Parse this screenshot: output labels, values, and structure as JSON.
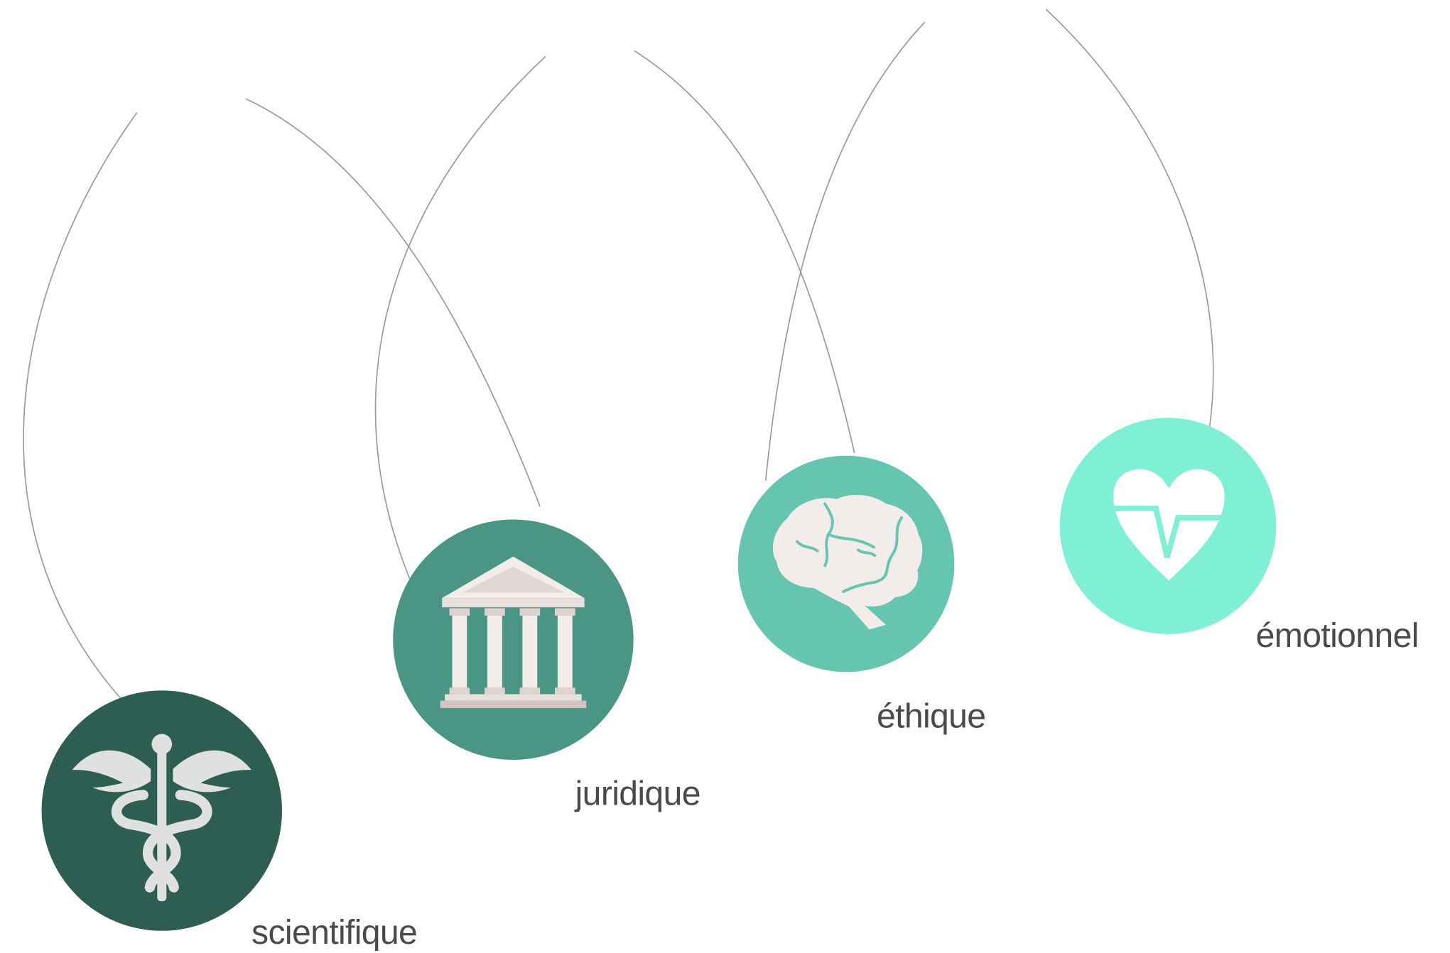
{
  "items": [
    {
      "label": "scientifique",
      "icon": "caduceus-icon",
      "color": "#2e5d51"
    },
    {
      "label": "juridique",
      "icon": "courthouse-icon",
      "color": "#4a9583"
    },
    {
      "label": "éthique",
      "icon": "brain-icon",
      "color": "#66c5ae"
    },
    {
      "label": "émotionnel",
      "icon": "heartbeat-icon",
      "color": "#80f0d5"
    }
  ],
  "colors": {
    "string": "#9a9a9a",
    "label_text": "#4a4a4a",
    "icon_light": "#dfe1e1",
    "icon_cream": "#f2ecea"
  }
}
